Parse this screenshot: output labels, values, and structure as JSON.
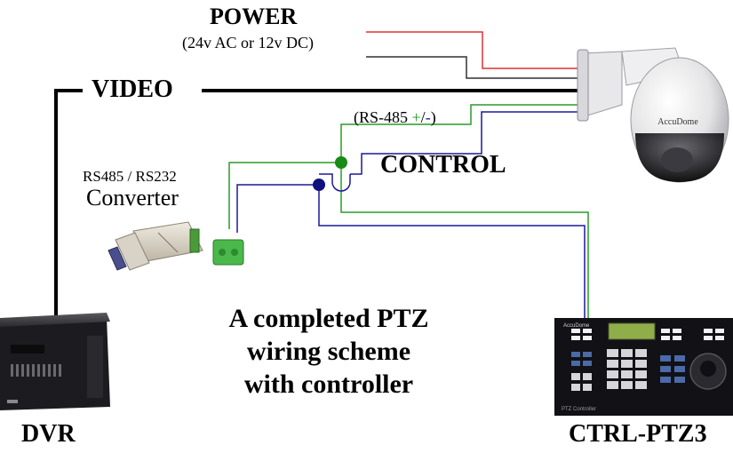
{
  "power": {
    "title": "POWER",
    "spec": "(24v AC or 12v DC)"
  },
  "video": {
    "label": "VIDEO"
  },
  "rs485": {
    "prefix": "(RS-485 ",
    "plus": "+",
    "slash": "/",
    "minus": "-",
    "suffix": ")"
  },
  "control": {
    "label": "CONTROL"
  },
  "converter": {
    "line1": "RS485 / RS232",
    "line2": "Converter"
  },
  "headline": {
    "line1": "A completed PTZ",
    "line2": "wiring scheme",
    "line3": "with controller"
  },
  "dvr": {
    "label": "DVR"
  },
  "controller": {
    "label": "CTRL-PTZ3",
    "brand": "AccuDome",
    "panel_text": "PTZ Controller"
  },
  "camera": {
    "brand": "AccuDome"
  },
  "colors": {
    "power_positive": "#e03030",
    "power_negative": "#303030",
    "control_plus": "#2a9a2a",
    "control_minus": "#1a1a9a",
    "plus_text": "#1a9a1a",
    "minus_text": "#1a1aa0",
    "video": "#000000"
  }
}
